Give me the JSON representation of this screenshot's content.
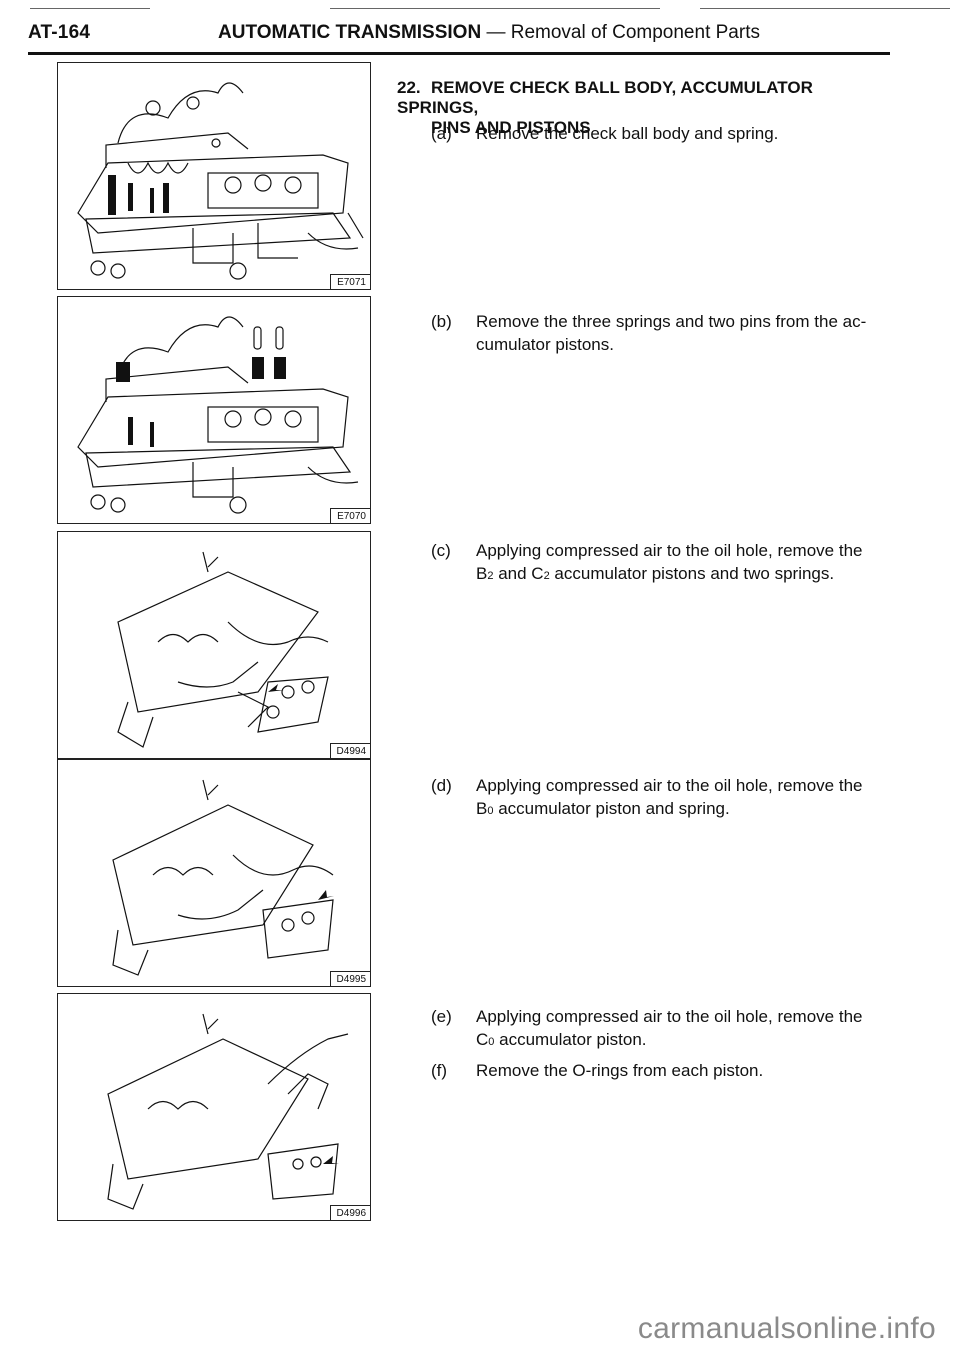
{
  "header": {
    "code": "AT-164",
    "section": "AUTOMATIC TRANSMISSION",
    "subtitle": "— Removal of Component Parts"
  },
  "step": {
    "number": "22.",
    "title_line1": "REMOVE CHECK BALL BODY, ACCUMULATOR SPRINGS,",
    "title_line2": "PINS AND PISTONS"
  },
  "figures": [
    {
      "code": "E7071"
    },
    {
      "code": "E7070"
    },
    {
      "code": "D4994"
    },
    {
      "code": "D4995"
    },
    {
      "code": "D4996"
    }
  ],
  "items": [
    {
      "label": "(a)",
      "line1": "Remove the check ball body and spring."
    },
    {
      "label": "(b)",
      "line1": "Remove the three springs and two pins from the ac-",
      "line2": "cumulator pistons."
    },
    {
      "label": "(c)",
      "line1": "Applying compressed air to the oil hole, remove the",
      "l2a": "B",
      "l2a_sub": "2",
      "l2b": " and C",
      "l2b_sub": "2",
      "l2c": " accumulator pistons and two springs."
    },
    {
      "label": "(d)",
      "line1": "Applying compressed air to the oil hole, remove the",
      "l2a": "B",
      "l2a_sub": "0",
      "l2b": " accumulator piston and spring."
    },
    {
      "label": "(e)",
      "line1": "Applying compressed air to the oil hole, remove the",
      "l2a": "C",
      "l2a_sub": "0",
      "l2b": " accumulator piston."
    },
    {
      "label": "(f)",
      "line1": "Remove the O-rings from each piston."
    }
  ],
  "watermark": "carmanualsonline.info"
}
